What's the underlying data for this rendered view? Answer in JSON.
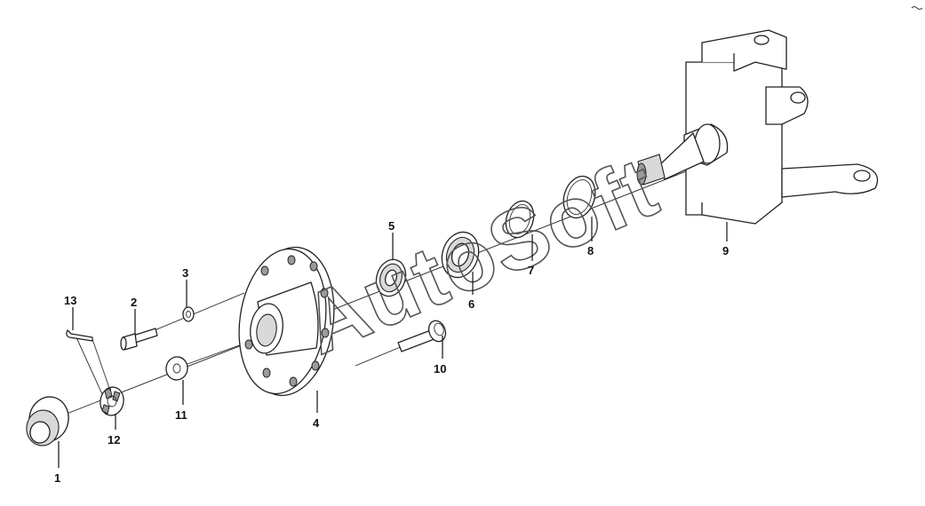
{
  "watermark": "AutoSoft",
  "callouts": [
    {
      "id": "1",
      "part": "grease-cap"
    },
    {
      "id": "2",
      "part": "wheel-stud"
    },
    {
      "id": "3",
      "part": "stud-washer"
    },
    {
      "id": "4",
      "part": "wheel-hub"
    },
    {
      "id": "5",
      "part": "outer-bearing"
    },
    {
      "id": "6",
      "part": "inner-bearing"
    },
    {
      "id": "7",
      "part": "bearing-race"
    },
    {
      "id": "8",
      "part": "seal-ring"
    },
    {
      "id": "9",
      "part": "steering-knuckle"
    },
    {
      "id": "10",
      "part": "hub-bolt"
    },
    {
      "id": "11",
      "part": "keyed-washer"
    },
    {
      "id": "12",
      "part": "castle-nut"
    },
    {
      "id": "13",
      "part": "cotter-pin"
    }
  ]
}
